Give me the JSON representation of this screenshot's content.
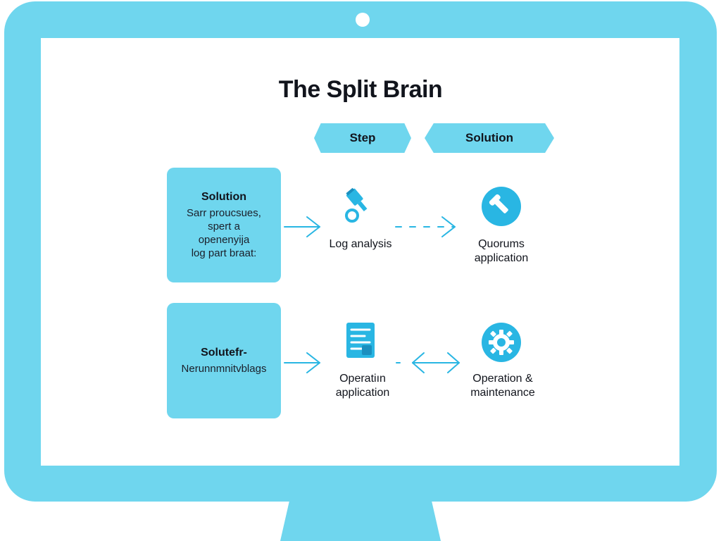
{
  "title": "The Split Brain",
  "headers": {
    "step": "Step",
    "solution": "Solution"
  },
  "rows": [
    {
      "card_title": "Solution",
      "card_lines": [
        "Sarr proucsues,",
        "spert a",
        "openenyija",
        "log part braat:"
      ],
      "step_label_lines": [
        "Log analysis"
      ],
      "step_icon": "wrench-icon",
      "solution_label_lines": [
        "Quorums",
        "application"
      ],
      "solution_icon": "wrench-circle-icon"
    },
    {
      "card_title": "Solutefr-",
      "card_lines": [
        "Nerunnmnitvblags"
      ],
      "step_label_lines": [
        "Operatiın",
        "application"
      ],
      "step_icon": "document-icon",
      "solution_label_lines": [
        "Operation &",
        "maintenance"
      ],
      "solution_icon": "gear-circle-icon"
    }
  ],
  "colors": {
    "frame": "#6fd6ee",
    "accent": "#29b6e3",
    "text": "#11141c"
  }
}
